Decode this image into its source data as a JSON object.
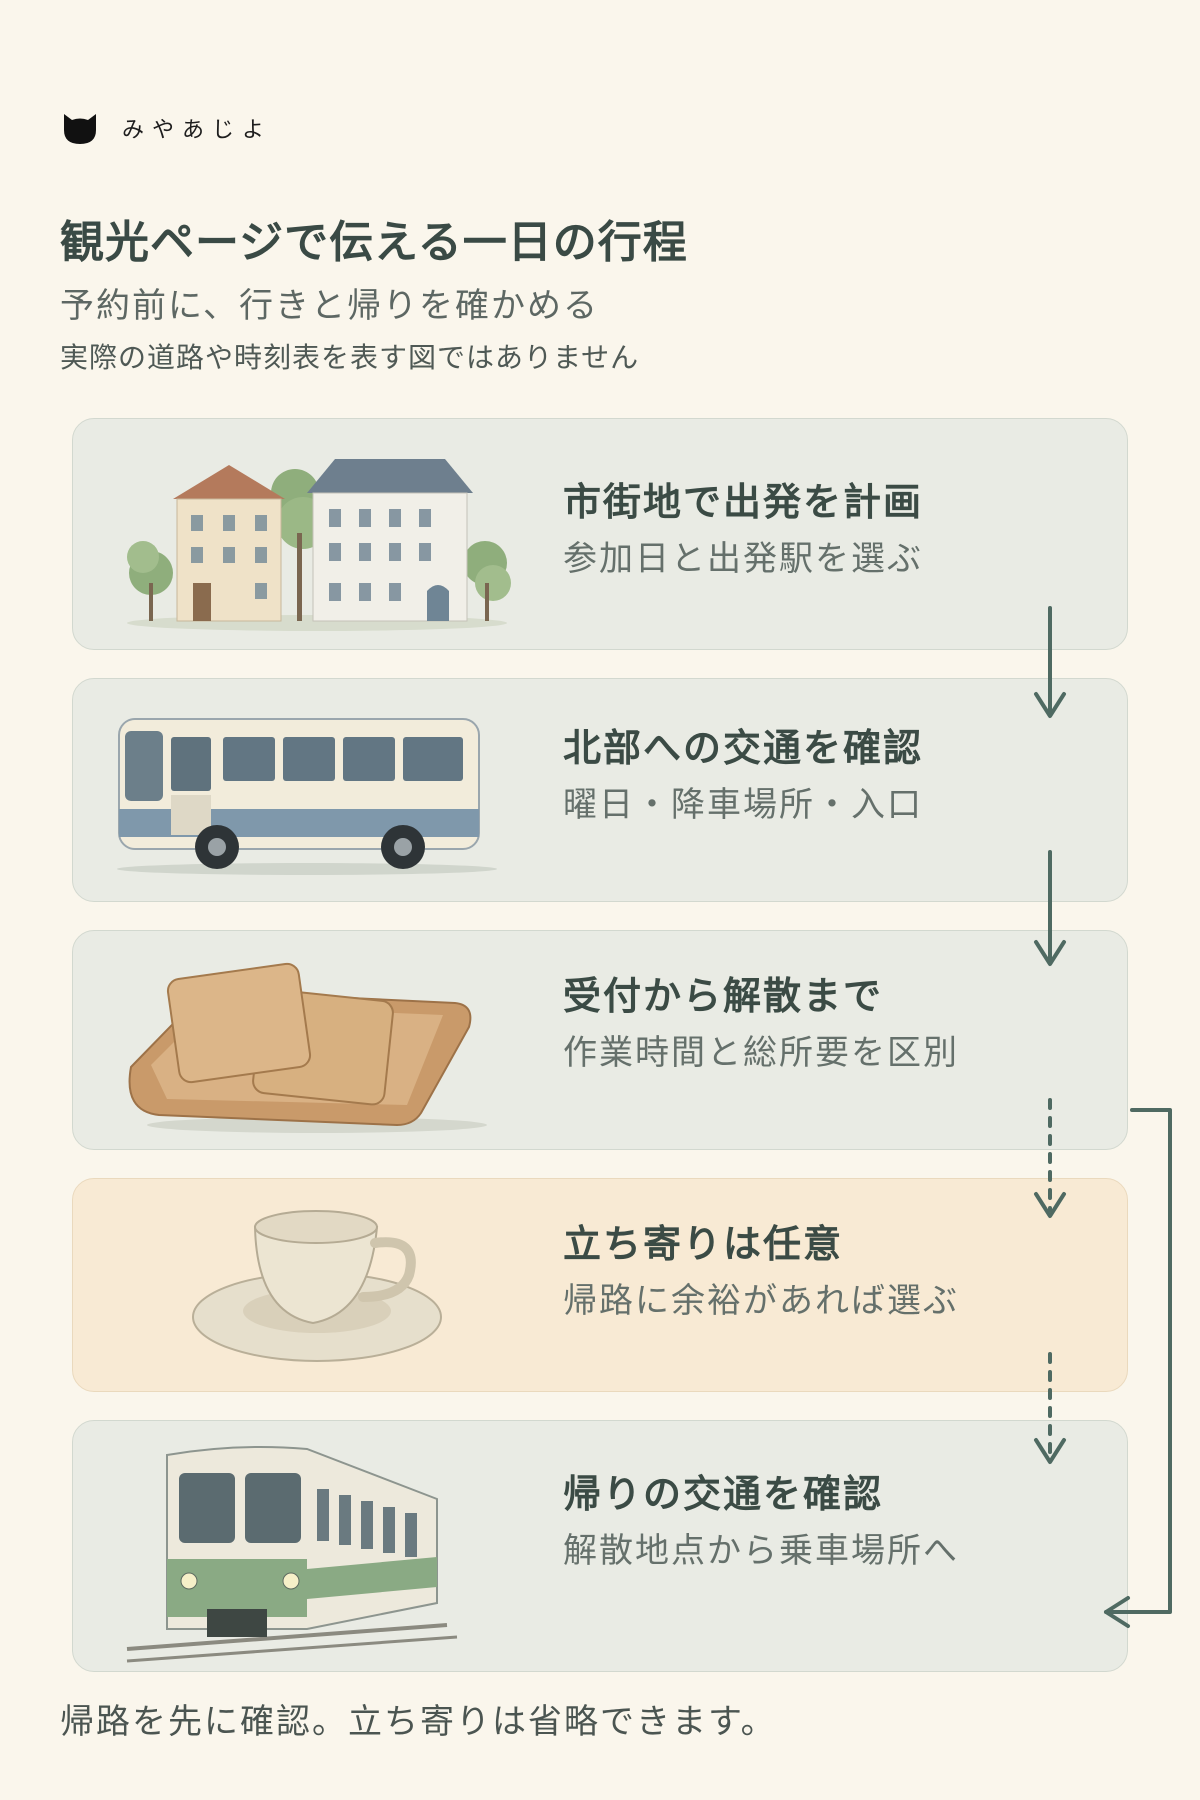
{
  "brand": {
    "name": "みやあじよ",
    "icon": "cat-icon"
  },
  "header": {
    "title": "観光ページで伝える一日の行程",
    "subtitle": "予約前に、行きと帰りを確かめる",
    "note": "実際の道路や時刻表を表す図ではありません"
  },
  "steps": [
    {
      "title": "市街地で出発を計画",
      "subtitle": "参加日と出発駅を選ぶ",
      "icon": "town-houses-icon"
    },
    {
      "title": "北部への交通を確認",
      "subtitle": "曜日・降車場所・入口",
      "icon": "bus-icon"
    },
    {
      "title": "受付から解散まで",
      "subtitle": "作業時間と総所要を区別",
      "icon": "wooden-tray-icon"
    },
    {
      "title": "立ち寄りは任意",
      "subtitle": "帰路に余裕があれば選ぶ",
      "icon": "coffee-cup-icon"
    },
    {
      "title": "帰りの交通を確認",
      "subtitle": "解散地点から乗車場所へ",
      "icon": "train-icon"
    }
  ],
  "footer": "帰路を先に確認。立ち寄りは省略できます。",
  "colors": {
    "background": "#faf6ec",
    "card": "#e9ebe4",
    "optional_card": "#f8ead4",
    "arrow": "#4f6a62",
    "title": "#3b4b45"
  }
}
